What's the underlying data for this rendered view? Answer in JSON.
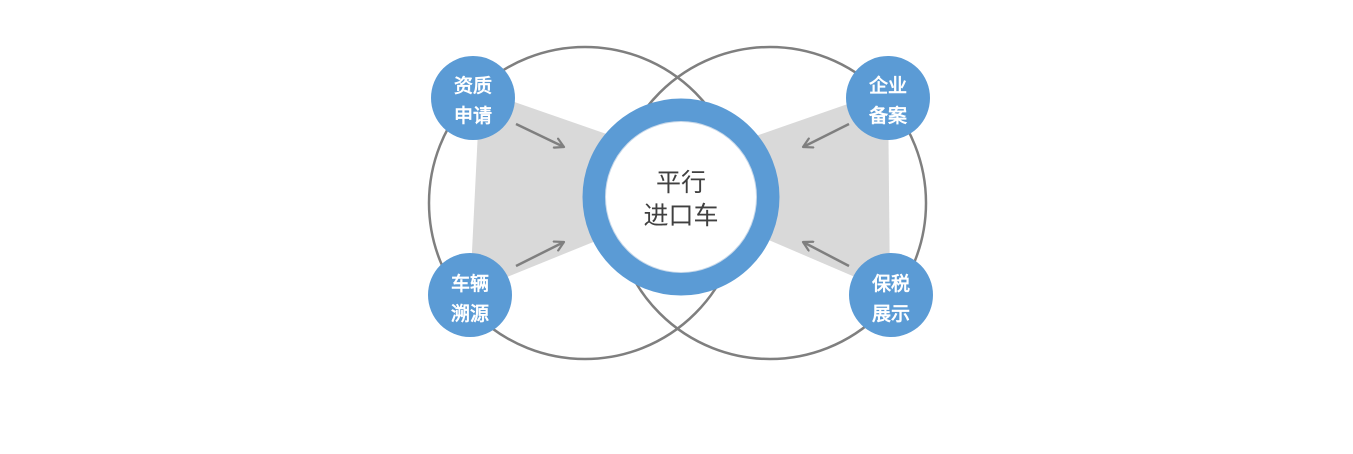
{
  "center": {
    "line1": "平行",
    "line2": "进口车"
  },
  "nodes": {
    "top_left": {
      "line1": "资质",
      "line2": "申请"
    },
    "bottom_left": {
      "line1": "车辆",
      "line2": "溯源"
    },
    "top_right": {
      "line1": "企业",
      "line2": "备案"
    },
    "bottom_right": {
      "line1": "保税",
      "line2": "展示"
    }
  },
  "colors": {
    "node_fill": "#5b9bd5",
    "ring": "#5b9bd5",
    "wedge": "#d9d9d9",
    "outline": "#7f7f7f",
    "arrow": "#7f7f7f",
    "center_text": "#404040"
  }
}
